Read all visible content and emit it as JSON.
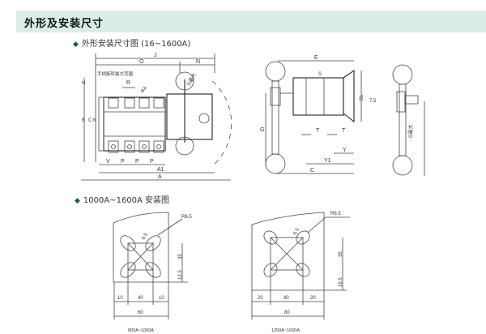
{
  "header": {
    "title": "外形及安装尺寸"
  },
  "sections": [
    {
      "label": "外形安装尺寸图 (16~1600A)"
    },
    {
      "label": "1000A~1600A 安装图"
    }
  ],
  "front_view": {
    "labels": {
      "J": "J",
      "O": "O",
      "N": "N",
      "R": "R",
      "phiA": "ΦA",
      "G_max": "G最大",
      "range_note": "手柄旋转最大范围",
      "H": "H",
      "B": "B",
      "C": "C",
      "K": "K",
      "V": "V",
      "P": "P",
      "A1": "A1",
      "A": "A"
    }
  },
  "side_view": {
    "labels": {
      "E": "E",
      "S": "S",
      "B1": "B1",
      "G": "G",
      "T": "T",
      "Y": "Y",
      "Y1": "Y1",
      "C": "C"
    }
  },
  "handle_view": {
    "labels": {
      "d": "7.5",
      "G_max": "G最大"
    }
  },
  "mount_left": {
    "radius": "R6.5",
    "slot": "6.5",
    "v1": "35",
    "v2": "12.5",
    "h1": "10",
    "h2": "40",
    "h3": "10",
    "total": "60",
    "caption": "800A~1000A"
  },
  "mount_right": {
    "radius": "R6.5",
    "slot": "6.5",
    "v1": "35",
    "v2": "16.5",
    "h1": "20",
    "h2": "40",
    "h3": "20",
    "total": "80",
    "caption": "1250A~1600A"
  }
}
